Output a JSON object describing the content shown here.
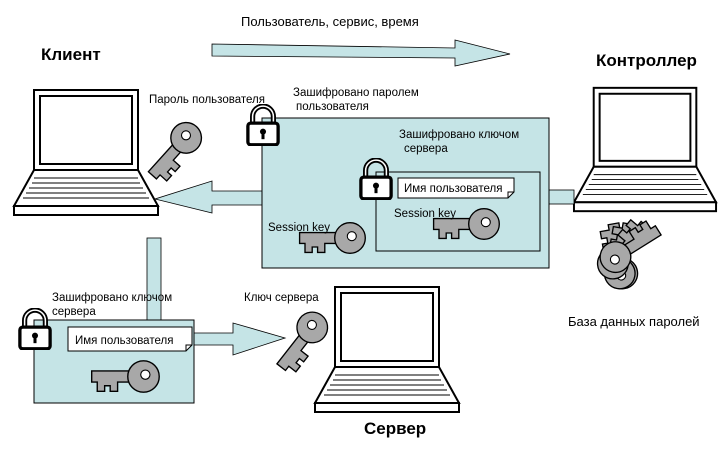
{
  "labels": {
    "client": "Клиент",
    "controller": "Контроллер",
    "server": "Сервер",
    "top_flow": "Пользователь, сервис, время",
    "user_password": "Пароль пользователя",
    "encrypted_user_pw": [
      "Зашифровано паролем",
      "пользователя"
    ],
    "encrypted_server_key_inner": [
      "Зашифровано ключом",
      "сервера"
    ],
    "username_inner": "Имя пользователя",
    "session_key_inner": "Session key",
    "session_key_outer": "Session key",
    "encrypted_server_key_client": [
      "Зашифровано ключом",
      "сервера"
    ],
    "username_client": "Имя пользователя",
    "server_key": "Ключ сервера",
    "password_db": "База данных паролей"
  },
  "colors": {
    "panel_fill": "#c5e4e6",
    "arrow_fill": "#c5e4e6",
    "key_fill": "#a8a8a8",
    "screen_fill": "#ffffff",
    "outline": "#000000"
  },
  "icons": [
    "laptop-icon",
    "key-icon",
    "padlock-icon",
    "arrow-icon",
    "keyring-icon",
    "tag-note-icon"
  ]
}
